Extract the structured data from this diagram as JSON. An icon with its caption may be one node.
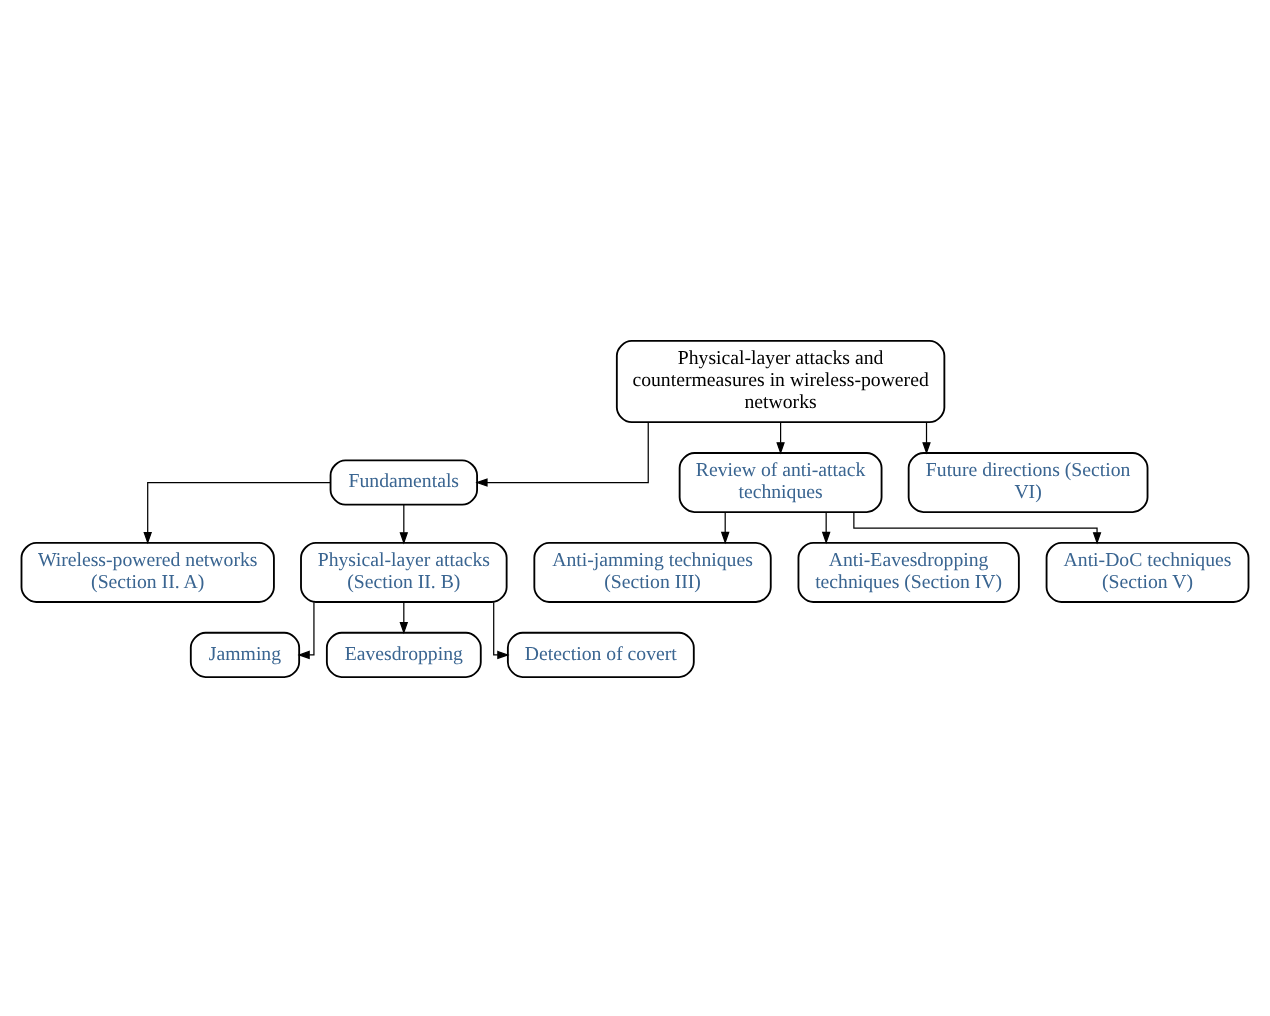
{
  "diagram": {
    "nodes": [
      {
        "text": [
          "Physical-layer attacks and countermeasures in wireless-powered networks"
        ]
      },
      {
        "text": [
          "Fundamentals"
        ]
      },
      {
        "text": [
          "Review of anti-attack techniques"
        ]
      },
      {
        "text": [
          "Wireless-powered networks (Section II. A)"
        ]
      },
      {
        "text": [
          "Physical-layer attacks (Section II. B)"
        ]
      },
      {
        "text": [
          "Jamming"
        ]
      },
      {
        "text": [
          "Eavesdropping"
        ]
      },
      {
        "text": [
          "Detection of covert"
        ]
      },
      {
        "text": [
          "Anti-jamming techniques (Section III)"
        ]
      },
      {
        "text": [
          "Anti-Eavesdropping techniques (Section IV)"
        ]
      },
      {
        "text": [
          "Anti-DoC techniques (Section V)"
        ]
      },
      {
        "text": [
          "Future directions (Section VI)"
        ]
      }
    ],
    "edges": [
      {
        "from": 0,
        "to": 1,
        "arrow": "to"
      },
      {
        "from": 0,
        "to": 2,
        "arrow": "to"
      },
      {
        "from": 0,
        "to": 11,
        "arrow": "to"
      },
      {
        "from": 1,
        "to": 3,
        "arrow": "to"
      },
      {
        "from": 1,
        "to": 4,
        "arrow": "to"
      },
      {
        "from": 4,
        "to": 5,
        "arrow": "to"
      },
      {
        "from": 4,
        "to": 6,
        "arrow": "to"
      },
      {
        "from": 4,
        "to": 7,
        "arrow": "to"
      },
      {
        "from": 2,
        "to": 8,
        "arrow": "to"
      },
      {
        "from": 2,
        "to": 9,
        "arrow": "to"
      },
      {
        "from": 2,
        "to": 10,
        "arrow": "to"
      }
    ]
  }
}
